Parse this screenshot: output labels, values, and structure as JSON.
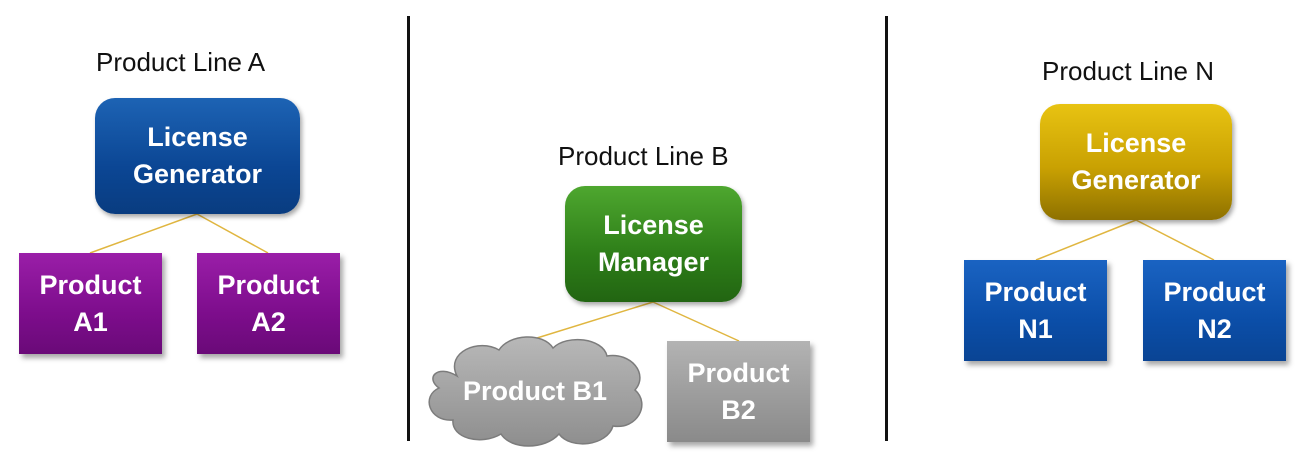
{
  "titles": {
    "line_a": "Product Line A",
    "line_b": "Product Line B",
    "line_n": "Product Line N"
  },
  "line_a": {
    "generator": [
      "License",
      "Generator"
    ],
    "product_1": [
      "Product",
      "A1"
    ],
    "product_2": [
      "Product",
      "A2"
    ]
  },
  "line_b": {
    "manager": [
      "License",
      "Manager"
    ],
    "product_1": [
      "Product",
      "B1"
    ],
    "product_2": [
      "Product",
      "B2"
    ]
  },
  "line_n": {
    "generator": [
      "License",
      "Generator"
    ],
    "product_1": [
      "Product",
      "N1"
    ],
    "product_2": [
      "Product",
      "N2"
    ]
  },
  "colors": {
    "connector": "#e0b640",
    "divider": "#111111",
    "generator_a": "#0b4694",
    "manager_b": "#2d7d18",
    "generator_n": "#c9a102",
    "product_a": "#7d0d8c",
    "product_b": "#9a9a9a",
    "product_n": "#0b4ea8"
  }
}
